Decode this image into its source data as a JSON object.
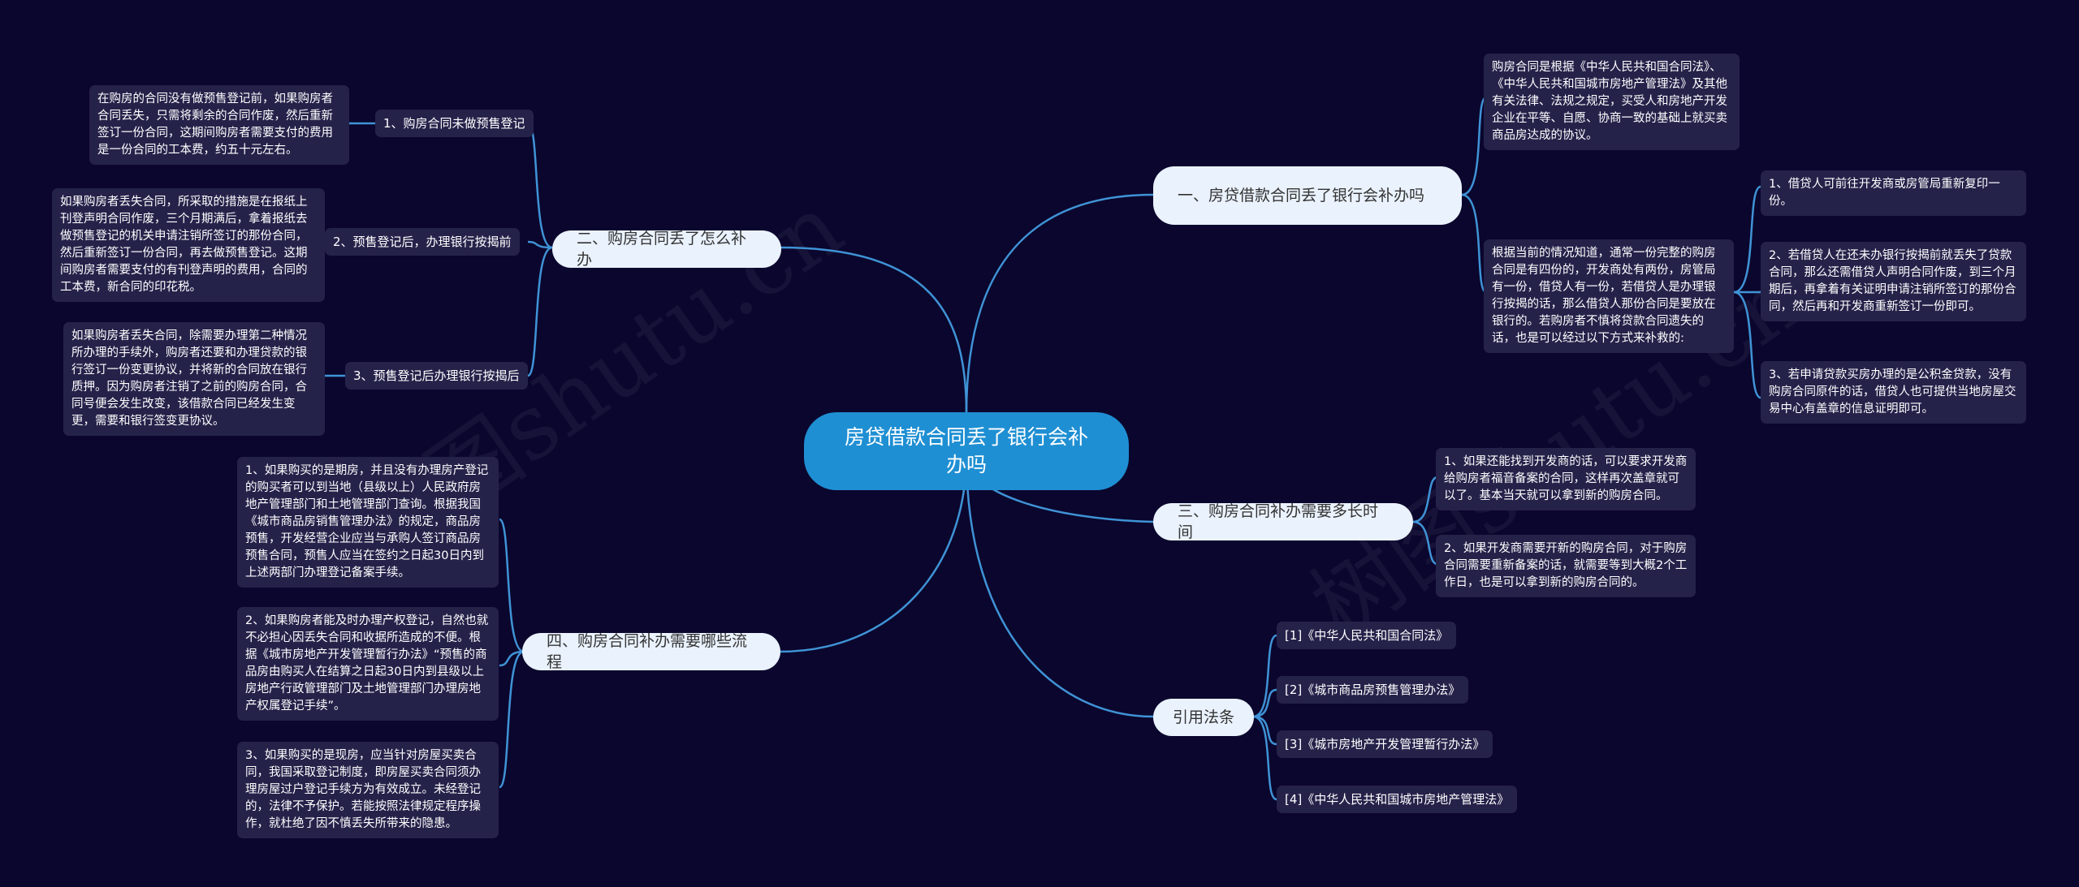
{
  "root": {
    "label": "房贷借款合同丢了银行会补办吗"
  },
  "branches": [
    {
      "label": "一、房贷借款合同丢了银行会补办吗",
      "children": [
        {
          "text": "购房合同是根据《中华人民共和国合同法》、《中华人民共和国城市房地产管理法》及其他有关法律、法规之规定，买受人和房地产开发企业在平等、自愿、协商一致的基础上就买卖商品房达成的协议。"
        },
        {
          "text": "根据当前的情况知道，通常一份完整的购房合同是有四份的，开发商处有两份，房管局有一份，借贷人有一份，若借贷人是办理银行按揭的话，那么借贷人那份合同是要放在银行的。若购房者不慎将贷款合同遗失的话，也是可以经过以下方式来补救的:",
          "children": [
            {
              "text": "1、借贷人可前往开发商或房管局重新复印一份。"
            },
            {
              "text": "2、若借贷人在还未办银行按揭前就丢失了贷款合同，那么还需借贷人声明合同作废，到三个月期后，再拿着有关证明申请注销所签订的那份合同，然后再和开发商重新签订一份即可。"
            },
            {
              "text": "3、若申请贷款买房办理的是公积金贷款，没有购房合同原件的话，借贷人也可提供当地房屋交易中心有盖章的信息证明即可。"
            }
          ]
        }
      ]
    },
    {
      "label": "二、购房合同丢了怎么补办",
      "children": [
        {
          "label": "1、购房合同未做预售登记",
          "detail": "在购房的合同没有做预售登记前，如果购房者合同丢失，只需将剩余的合同作废，然后重新签订一份合同，这期间购房者需要支付的费用是一份合同的工本费，约五十元左右。"
        },
        {
          "label": "2、预售登记后，办理银行按揭前",
          "detail": "如果购房者丢失合同，所采取的措施是在报纸上刊登声明合同作废，三个月期满后，拿着报纸去做预售登记的机关申请注销所签订的那份合同，然后重新签订一份合同，再去做预售登记。这期间购房者需要支付的有刊登声明的费用，合同的工本费，新合同的印花税。"
        },
        {
          "label": "3、预售登记后办理银行按揭后",
          "detail": "如果购房者丢失合同，除需要办理第二种情况所办理的手续外，购房者还要和办理贷款的银行签订一份变更协议，并将新的合同放在银行质押。因为购房者注销了之前的购房合同，合同号便会发生改变，该借款合同已经发生变更，需要和银行签变更协议。"
        }
      ]
    },
    {
      "label": "三、购房合同补办需要多长时间",
      "children": [
        {
          "text": "1、如果还能找到开发商的话，可以要求开发商给购房者福音备案的合同，这样再次盖章就可以了。基本当天就可以拿到新的购房合同。"
        },
        {
          "text": "2、如果开发商需要开新的购房合同，对于购房合同需要重新备案的话，就需要等到大概2个工作日，也是可以拿到新的购房合同的。"
        }
      ]
    },
    {
      "label": "四、购房合同补办需要哪些流程",
      "children": [
        {
          "text": "1、如果购买的是期房，并且没有办理房产登记的购买者可以到当地（县级以上）人民政府房地产管理部门和土地管理部门查询。根据我国《城市商品房销售管理办法》的规定，商品房预售，开发经营企业应当与承购人签订商品房预售合同，预售人应当在签约之日起30日内到上述两部门办理登记备案手续。"
        },
        {
          "text": "2、如果购房者能及时办理产权登记，自然也就不必担心因丢失合同和收据所造成的不便。根据《城市房地产开发管理暂行办法》“预售的商品房由购买人在结算之日起30日内到县级以上房地产行政管理部门及土地管理部门办理房地产权属登记手续”。"
        },
        {
          "text": "3、如果购买的是现房，应当针对房屋买卖合同，我国采取登记制度，即房屋买卖合同须办理房屋过户登记手续方为有效成立。未经登记的，法律不予保护。若能按照法律规定程序操作，就杜绝了因不慎丢失所带来的隐患。"
        }
      ]
    },
    {
      "label": "引用法条",
      "children": [
        {
          "text": "[1]《中华人民共和国合同法》"
        },
        {
          "text": "[2]《城市商品房预售管理办法》"
        },
        {
          "text": "[3]《城市房地产开发管理暂行办法》"
        },
        {
          "text": "[4]《中华人民共和国城市房地产管理法》"
        }
      ]
    }
  ],
  "watermark": "树图shutu.cn",
  "colors": {
    "background": "#0b062d",
    "root": "#1f8fd3",
    "branch": "#eaf2fd",
    "card": "#25224a",
    "link": "#3f93d6"
  }
}
